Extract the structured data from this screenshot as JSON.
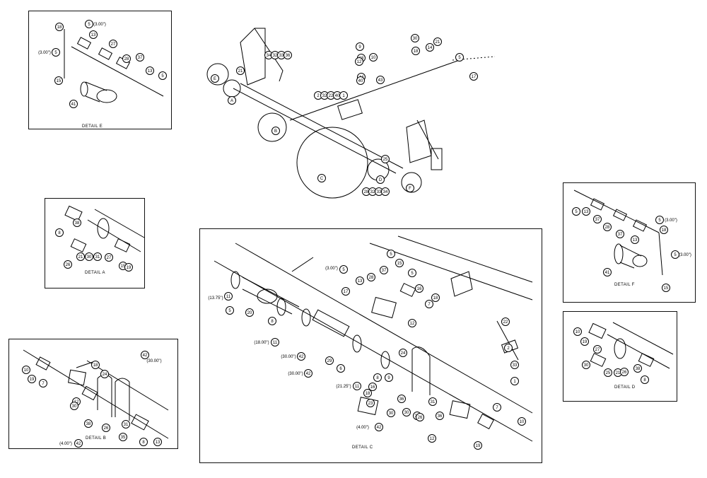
{
  "details": {
    "E": {
      "caption": "DETAIL E",
      "labels": [
        "18",
        "5",
        "(3.00\")",
        "13",
        "27",
        "28",
        "37",
        "(3.00\")",
        "5",
        "13",
        "5",
        "15",
        "41"
      ]
    },
    "A": {
      "caption": "DETAIL A",
      "labels": [
        "8",
        "38",
        "26",
        "21",
        "30",
        "31",
        "27",
        "15",
        "19"
      ]
    },
    "B": {
      "caption": "DETAIL B",
      "labels": [
        "10",
        "19",
        "7",
        "12",
        "18",
        "24",
        "42",
        "(30.00\")",
        "30",
        "38",
        "26",
        "31",
        "35",
        "8",
        "13",
        "(4.00\")",
        "42"
      ]
    },
    "C": {
      "caption": "DETAIL C",
      "labels": [
        "(13.75\")",
        "11",
        "5",
        "20",
        "8",
        "(3.00\")",
        "5",
        "17",
        "13",
        "28",
        "37",
        "15",
        "5",
        "5",
        "16",
        "18",
        "12",
        "7",
        "(18.00\")",
        "11",
        "(30.00\")",
        "42",
        "(30.00\")",
        "42",
        "29",
        "6",
        "(21.25\")",
        "11",
        "8",
        "9",
        "24",
        "22",
        "2",
        "33",
        "1",
        "35",
        "16",
        "18",
        "23",
        "30",
        "30",
        "36",
        "31",
        "36",
        "26",
        "(4.00\")",
        "42",
        "12",
        "7",
        "19",
        "10"
      ]
    },
    "F": {
      "caption": "DETAIL F",
      "labels": [
        "5",
        "13",
        "37",
        "28",
        "37",
        "13",
        "5",
        "(3.00\")",
        "18",
        "5",
        "(3.00\")",
        "41",
        "15"
      ]
    },
    "D": {
      "caption": "DETAIL D",
      "labels": [
        "10",
        "19",
        "27",
        "30",
        "25",
        "21",
        "26",
        "38",
        "8"
      ]
    }
  },
  "overview": {
    "labels": [
      "21",
      "34",
      "32",
      "33",
      "36",
      "2",
      "32",
      "22",
      "40",
      "1",
      "9",
      "18",
      "12",
      "10",
      "44",
      "40",
      "43",
      "30",
      "21",
      "14",
      "18",
      "5",
      "17",
      "25",
      "28",
      "32",
      "33",
      "34",
      "A",
      "B",
      "C",
      "D",
      "E",
      "F"
    ]
  }
}
